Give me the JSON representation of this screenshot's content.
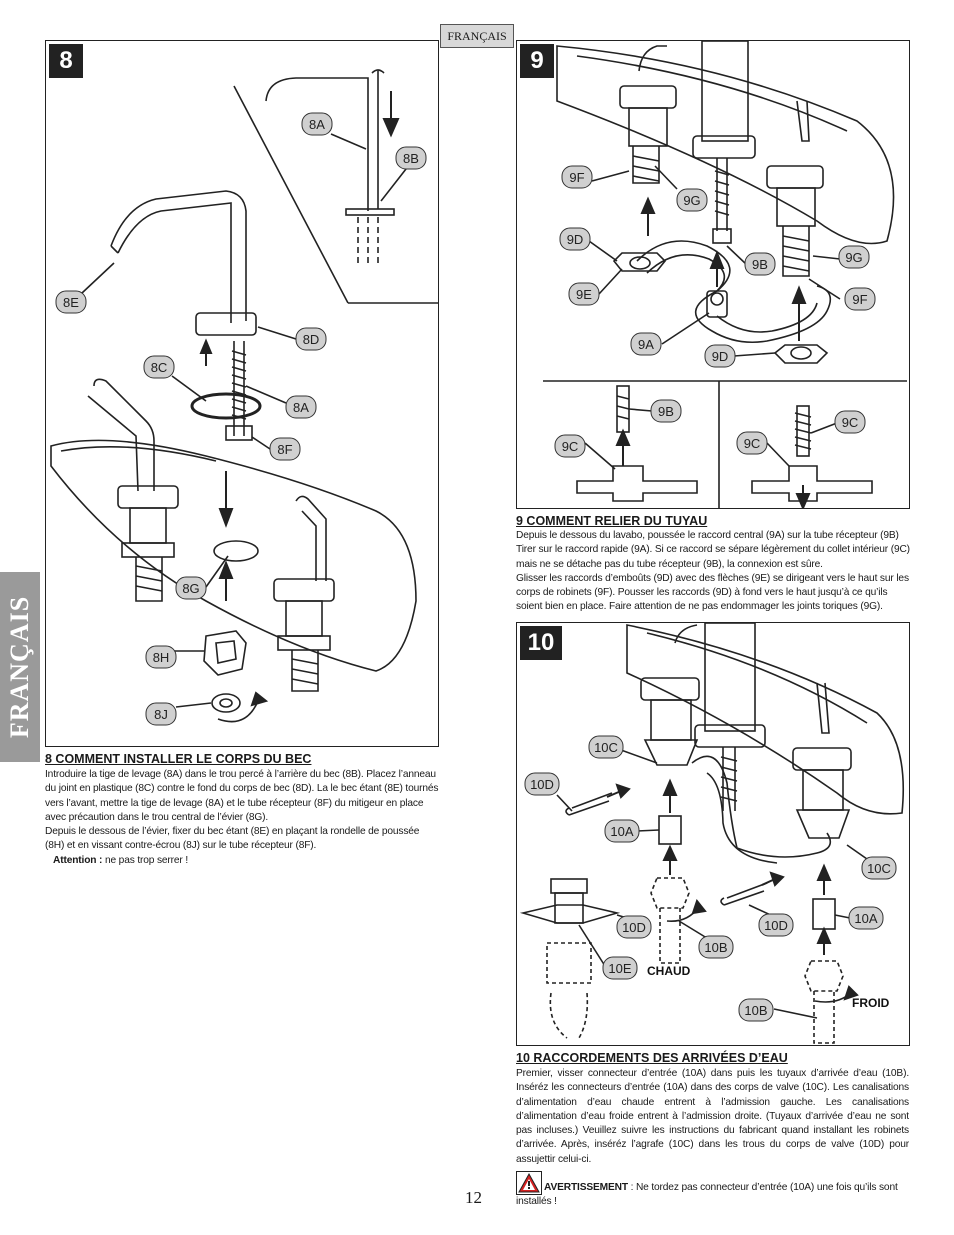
{
  "header": {
    "language_tab": "FRANÇAIS"
  },
  "side_tab": "FRANÇAIS",
  "step8": {
    "number": "8",
    "callouts": [
      "8A",
      "8B",
      "8E",
      "8D",
      "8C",
      "8A",
      "8F",
      "8G",
      "8H",
      "8J"
    ],
    "title": "8  COMMENT INSTALLER LE CORPS DU BEC",
    "para1": "Introduire la tige de levage (8A) dans le trou percé à l’arrière du bec (8B). Placez l’anneau du joint en plastique (8C) contre le fond du corps de bec (8D).  La le bec étant (8E) tournés vers l’avant, mettre la tige de levage (8A) et le tube récepteur (8F) du mitigeur en place avec précaution dans le trou central de l’évier (8G).",
    "para2": "Depuis le dessous de l’évier, fixer du bec étant (8E) en plaçant la rondelle de poussée (8H) et en vissant contre-écrou (8J) sur le tube récepteur (8F).",
    "attention_label": "Attention :",
    "attention_text": " ne pas trop serrer !"
  },
  "step9": {
    "number": "9",
    "callouts": [
      "9F",
      "9G",
      "9D",
      "9B",
      "9G",
      "9E",
      "9F",
      "9A",
      "9D",
      "9B",
      "9C",
      "9C",
      "9C"
    ],
    "title": "9  COMMENT RELIER DU TUYAU",
    "para1": "Depuis le dessous du lavabo, poussée le raccord central (9A) sur la tube récepteur (9B) Tirer sur le raccord rapide (9A). Si ce raccord se sépare légèrement du collet intérieur (9C) mais ne se détache pas du tube récepteur (9B), la connexion est sûre.",
    "para2": "Glisser les raccords d’emboûts (9D) avec des flèches (9E) se dirigeant vers le haut sur les corps de robinets (9F). Pousser les raccords (9D) à fond vers le haut jusqu’à ce qu’ils soient bien en place. Faire attention de ne pas endommager les joints toriques (9G)."
  },
  "step10": {
    "number": "10",
    "callouts": [
      "10C",
      "10D",
      "10A",
      "10C",
      "10D",
      "10B",
      "10E",
      "10D",
      "10A",
      "10B"
    ],
    "label_hot": "CHAUD",
    "label_cold": "FROID",
    "title": "10  RACCORDEMENTS DES ARRIVÉES D’EAU",
    "para1": "Premier, visser connecteur d’entrée (10A) dans puis les tuyaux d’arrivée d’eau (10B). Inséréz les connecteurs d’entrée (10A) dans des corps de valve (10C). Les canalisations d’alimentation d’eau chaude entrent à l’admission gauche. Les canalisations d’alimentation d’eau froide entrent à l’admission droite. (Tuyaux d’arrivée d’eau ne sont pas incluses.) Veuillez suivre les instructions du fabricant quand installant les robinets d’arrivée. Après, inséréz l’agrafe (10C) dans les trous du corps de valve (10D) pour assujettir celui-ci.",
    "warning_label": "AVERTISSEMENT",
    "warning_text": " : Ne tordez pas connecteur d’entrée (10A) une fois qu’ils sont installés !"
  },
  "page_number": "12"
}
